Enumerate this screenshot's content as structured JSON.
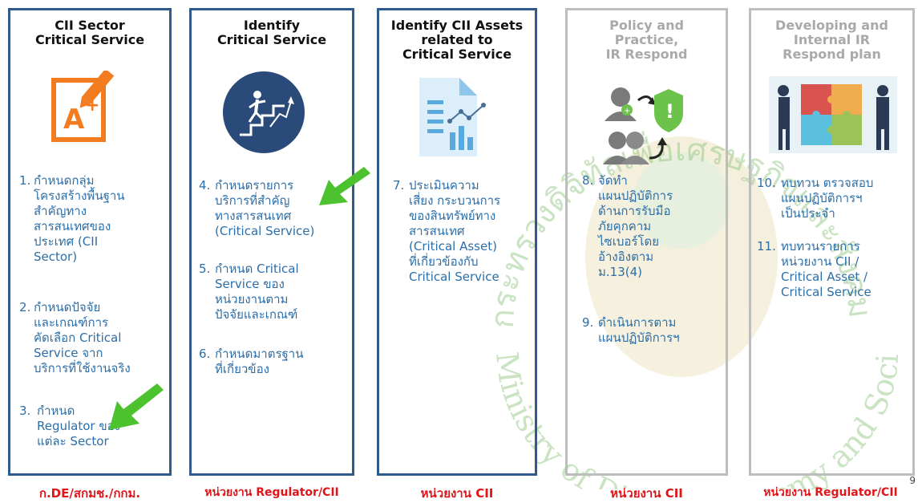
{
  "columns": [
    {
      "title": [
        "CII Sector",
        "Critical Service"
      ],
      "items": [
        {
          "num": "1.",
          "lines": [
            "กำหนดกลุ่ม",
            "โครงสร้างพื้นฐาน",
            "สำคัญทาง",
            "สารสนเทศของ",
            "ประเทศ (CII",
            "Sector)"
          ]
        },
        {
          "num": "2.",
          "lines": [
            "กำหนดปัจจัย",
            "และเกณฑ์การ",
            "คัดเลือก Critical",
            "Service จาก",
            "บริการที่ใช้งานจริง"
          ]
        },
        {
          "num": "3.",
          "lines": [
            "กำหนด",
            "Regulator ของ",
            "แต่ละ Sector"
          ]
        }
      ],
      "footer": "ก.DE/สกมช./กกม."
    },
    {
      "title": [
        "Identify",
        "Critical Service"
      ],
      "items": [
        {
          "num": "4.",
          "lines": [
            "กำหนดรายการ",
            "บริการที่สำคัญ",
            "ทางสารสนเทศ",
            "(Critical Service)"
          ]
        },
        {
          "num": "5.",
          "lines": [
            "กำหนด Critical",
            "Service ของ",
            "หน่วยงานตาม",
            "ปัจจัยและเกณฑ์"
          ]
        },
        {
          "num": "6.",
          "lines": [
            "กำหนดมาตรฐาน",
            "ที่เกี่ยวข้อง"
          ]
        }
      ],
      "footer": "หน่วยงาน Regulator/CII"
    },
    {
      "title": [
        "Identify CII Assets",
        "related to",
        "Critical Service"
      ],
      "items": [
        {
          "num": "7.",
          "lines": [
            "ประเมินความ",
            "เสี่ยง กระบวนการ",
            "ของสินทรัพย์ทาง",
            "สารสนเทศ",
            "(Critical Asset)",
            "ที่เกี่ยวข้องกับ",
            "Critical Service"
          ]
        }
      ],
      "footer": "หน่วยงาน CII"
    },
    {
      "title": [
        "Policy and",
        "Practice,",
        "IR Respond"
      ],
      "items": [
        {
          "num": "8.",
          "lines": [
            "จัดทำ",
            "แผนปฏิบัติการ",
            "ด้านการรับมือ",
            "ภัยคุกคาม",
            "ไซเบอร์โดย",
            "อ้างอิงตาม",
            "ม.13(4)"
          ]
        },
        {
          "num": "9.",
          "lines": [
            "ดำเนินการตาม",
            "แผนปฏิบัติการฯ"
          ]
        }
      ],
      "footer": "หน่วยงาน CII"
    },
    {
      "title": [
        "Developing and",
        "Internal IR",
        "Respond plan"
      ],
      "items": [
        {
          "num": "10.",
          "lines": [
            "ทบทวน ตรวจสอบ",
            "แผนปฏิบัติการฯ",
            "เป็นประจำ"
          ]
        },
        {
          "num": "11.",
          "lines": [
            "ทบทวนรายการ",
            "หน่วยงาน CII /",
            "Critical Asset /",
            "Critical Service"
          ]
        }
      ],
      "footer": "หน่วยงาน Regulator/CII"
    }
  ],
  "watermark": {
    "thai": "กระทรวงดิจิทัลเพื่อเศรษฐกิจและสังคม",
    "english": "Ministry of Digital Economy and Society"
  },
  "page_number": "9",
  "colors": {
    "blue_border": "#2f5a8e",
    "gray_border": "#bdbdbd",
    "item_text": "#2c6ea8",
    "footer_text": "#e0151a",
    "arrow": "#4cc22e"
  }
}
